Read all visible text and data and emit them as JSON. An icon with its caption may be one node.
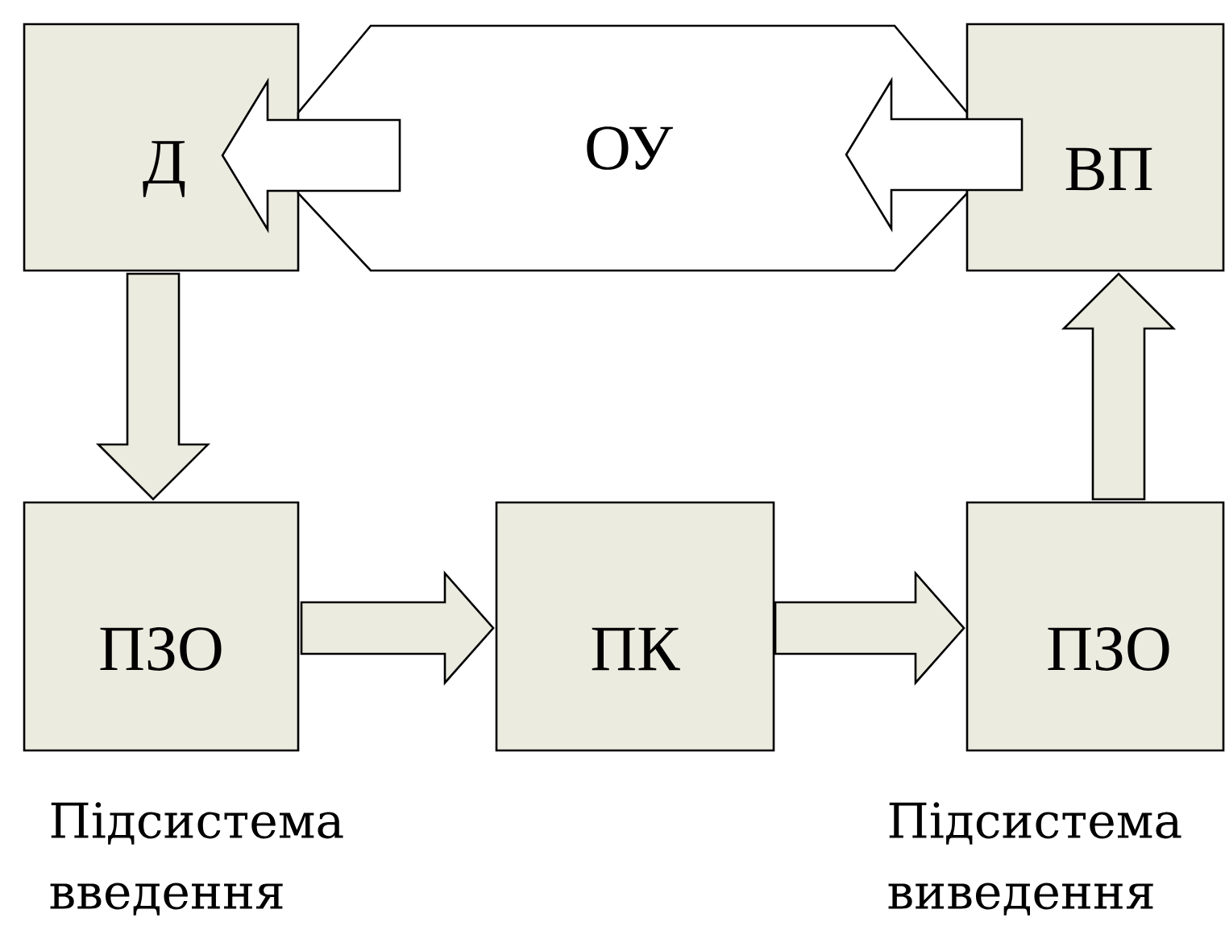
{
  "diagram": {
    "nodes": [
      {
        "text": [
          "Д"
        ]
      },
      {
        "text": [
          "ОУ"
        ]
      },
      {
        "text": [
          "ВП"
        ]
      },
      {
        "text": [
          "ПЗО"
        ],
        "beside": [
          "Підсистема введення"
        ]
      },
      {
        "text": [
          "ПК"
        ]
      },
      {
        "text": [
          "ПЗО"
        ],
        "beside": [
          "Підсистема виведення"
        ]
      }
    ],
    "edges": [
      {
        "from": 1,
        "to": 0,
        "arrow": "to",
        "color": "#ffffff"
      },
      {
        "from": 2,
        "to": 1,
        "arrow": "to",
        "color": "#ffffff"
      },
      {
        "from": 0,
        "to": 3,
        "arrow": "to"
      },
      {
        "from": 3,
        "to": 4,
        "arrow": "to"
      },
      {
        "from": 4,
        "to": 5,
        "arrow": "to"
      },
      {
        "from": 5,
        "to": 2,
        "arrow": "to"
      }
    ]
  }
}
